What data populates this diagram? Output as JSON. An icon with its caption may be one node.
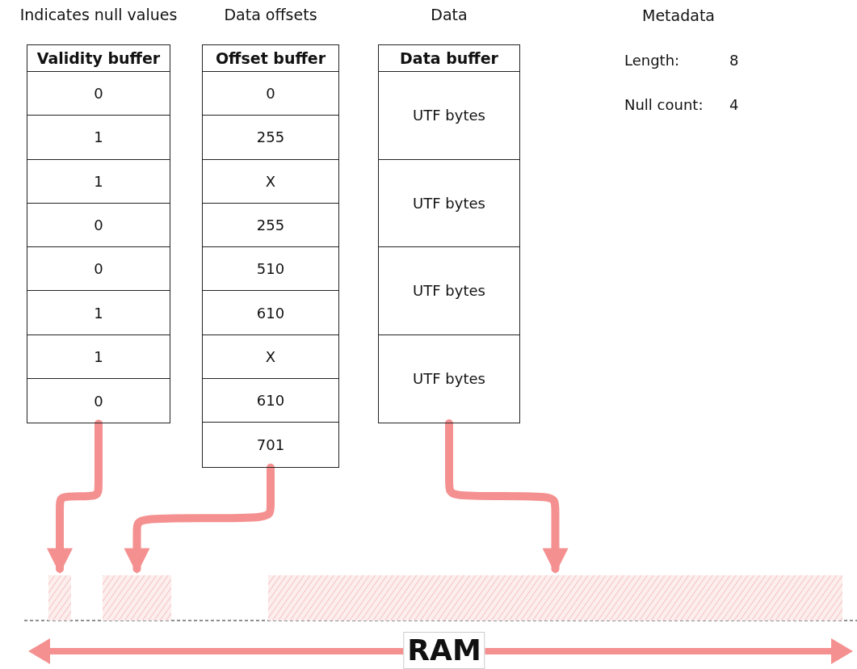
{
  "diagram": {
    "nodes": [
      {
        "text": [
          "Indicates null values",
          "Validity buffer"
        ]
      },
      {
        "text": [
          "0"
        ],
        "in": 0
      },
      {
        "text": [
          "1"
        ],
        "in": 0
      },
      {
        "text": [
          "1"
        ],
        "in": 0
      },
      {
        "text": [
          "0"
        ],
        "in": 0
      },
      {
        "text": [
          "0"
        ],
        "in": 0
      },
      {
        "text": [
          "1"
        ],
        "in": 0
      },
      {
        "text": [
          "1"
        ],
        "in": 0
      },
      {
        "text": [
          "0"
        ],
        "in": 0
      },
      {
        "text": [
          "Data offsets",
          "Offset buffer"
        ]
      },
      {
        "text": [
          "0"
        ],
        "in": 9
      },
      {
        "text": [
          "255"
        ],
        "in": 9
      },
      {
        "text": [
          "X"
        ],
        "in": 9
      },
      {
        "text": [
          "255"
        ],
        "in": 9
      },
      {
        "text": [
          "510"
        ],
        "in": 9
      },
      {
        "text": [
          "610"
        ],
        "in": 9
      },
      {
        "text": [
          "X"
        ],
        "in": 9
      },
      {
        "text": [
          "610"
        ],
        "in": 9
      },
      {
        "text": [
          "701"
        ],
        "in": 9
      },
      {
        "text": [
          "Data",
          "Data buffer"
        ]
      },
      {
        "text": [
          "UTF bytes"
        ],
        "in": 19
      },
      {
        "text": [
          "UTF bytes"
        ],
        "in": 19
      },
      {
        "text": [
          "UTF bytes"
        ],
        "in": 19
      },
      {
        "text": [
          "UTF bytes"
        ],
        "in": 19
      },
      {
        "text": [],
        "shape": "bar"
      },
      {
        "text": [],
        "shape": "bar"
      },
      {
        "text": [],
        "shape": "bar"
      }
    ],
    "edges": [
      {
        "from": 0,
        "to": 24,
        "arrow": "to"
      },
      {
        "from": 9,
        "to": 25,
        "arrow": "to"
      },
      {
        "from": 19,
        "to": 26,
        "arrow": "to"
      }
    ],
    "labels": [
      "Metadata",
      "Length:",
      "8",
      "Null count:",
      "4",
      "RAM"
    ]
  }
}
